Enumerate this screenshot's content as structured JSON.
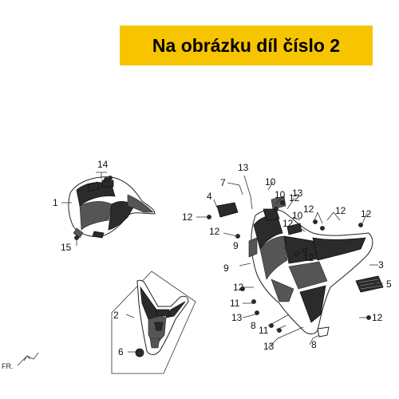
{
  "banner": {
    "text": "Na obrázku díl číslo 2"
  },
  "direction_label": "FR.",
  "colors": {
    "banner_bg": "#f7c400",
    "banner_text": "#000000",
    "line": "#222222"
  },
  "callouts": [
    {
      "id": "c14a",
      "label": "14"
    },
    {
      "id": "c1",
      "label": "1"
    },
    {
      "id": "c15",
      "label": "15"
    },
    {
      "id": "c13a",
      "label": "13"
    },
    {
      "id": "c7",
      "label": "7"
    },
    {
      "id": "c10a",
      "label": "10"
    },
    {
      "id": "c12a",
      "label": "12"
    },
    {
      "id": "c13b",
      "label": "13"
    },
    {
      "id": "c4",
      "label": "4"
    },
    {
      "id": "c12b",
      "label": "12"
    },
    {
      "id": "c10b",
      "label": "10"
    },
    {
      "id": "c12c",
      "label": "12"
    },
    {
      "id": "c9a",
      "label": "9"
    },
    {
      "id": "c12d",
      "label": "12"
    },
    {
      "id": "c10c",
      "label": "10"
    },
    {
      "id": "c12e",
      "label": "12"
    },
    {
      "id": "c12f",
      "label": "12"
    },
    {
      "id": "c12g",
      "label": "12"
    },
    {
      "id": "c3",
      "label": "3"
    },
    {
      "id": "c9b",
      "label": "9"
    },
    {
      "id": "c12h",
      "label": "12"
    },
    {
      "id": "c5",
      "label": "5"
    },
    {
      "id": "c2",
      "label": "2"
    },
    {
      "id": "c11a",
      "label": "11"
    },
    {
      "id": "c13c",
      "label": "13"
    },
    {
      "id": "c8a",
      "label": "8"
    },
    {
      "id": "c11b",
      "label": "11"
    },
    {
      "id": "c12i",
      "label": "12"
    },
    {
      "id": "c6",
      "label": "6"
    },
    {
      "id": "c13d",
      "label": "13"
    },
    {
      "id": "c8b",
      "label": "8"
    }
  ]
}
